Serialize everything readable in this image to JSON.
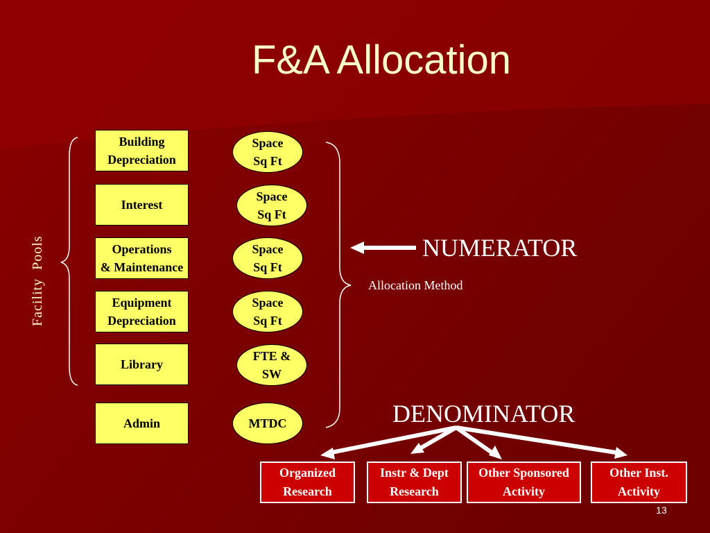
{
  "slide": {
    "title": "F&A Allocation",
    "side_label": "Facility  Pools",
    "pools": [
      {
        "label": "Building\nDepreciation",
        "method": "Space\nSq Ft"
      },
      {
        "label": "Interest",
        "method": "Space\nSq Ft"
      },
      {
        "label": "Operations\n& Maintenance",
        "method": "Space\nSq Ft"
      },
      {
        "label": "Equipment\nDepreciation",
        "method": "Space\nSq Ft"
      },
      {
        "label": "Library",
        "method": "FTE &\nSW"
      },
      {
        "label": "Admin",
        "method": "MTDC"
      }
    ],
    "numerator_label": "NUMERATOR",
    "allocation_method_label": "Allocation Method",
    "denominator_label": "DENOMINATOR",
    "targets": [
      {
        "label": "Organized\nResearch"
      },
      {
        "label": "Instr & Dept\nResearch"
      },
      {
        "label": "Other Sponsored\nActivity"
      },
      {
        "label": "Other Inst.\nActivity"
      }
    ],
    "page_number": "13",
    "colors": {
      "background": "#7a0000",
      "pool_fill": "#ffff66",
      "target_fill": "#cc0000",
      "title_text": "#ffffcc"
    }
  }
}
